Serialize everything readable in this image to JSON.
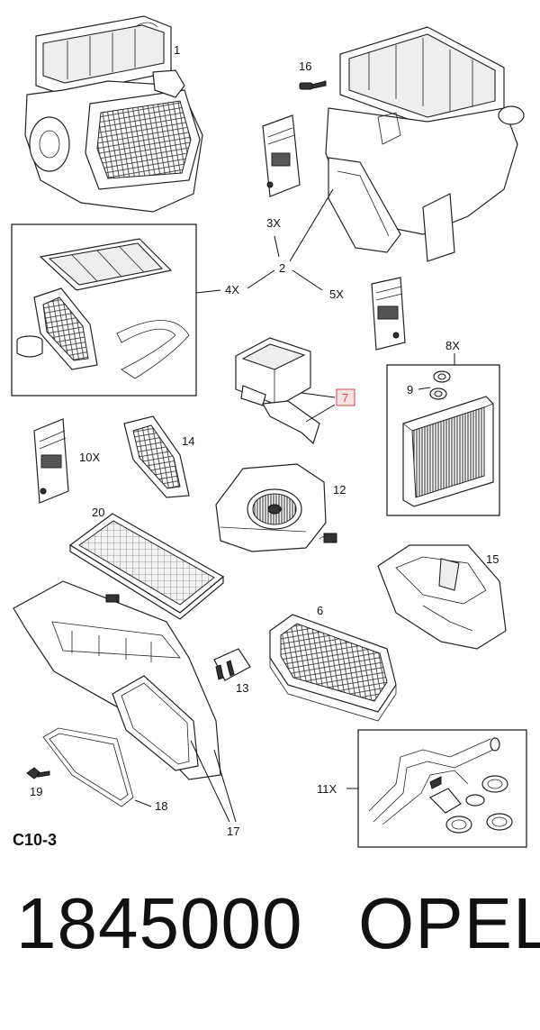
{
  "diagram": {
    "reference_code": "C10-3",
    "callouts": {
      "c1": "1",
      "c2": "2",
      "c3x": "3X",
      "c4x": "4X",
      "c5x": "5X",
      "c6": "6",
      "c7": "7",
      "c8x": "8X",
      "c9": "9",
      "c10x": "10X",
      "c11x": "11X",
      "c12": "12",
      "c13": "13",
      "c14": "14",
      "c15": "15",
      "c16": "16",
      "c17": "17",
      "c18": "18",
      "c19": "19",
      "c20": "20"
    },
    "highlight_color": "#d24a4a"
  },
  "footer": {
    "part_number": "1845000",
    "brand": "OPEL"
  }
}
